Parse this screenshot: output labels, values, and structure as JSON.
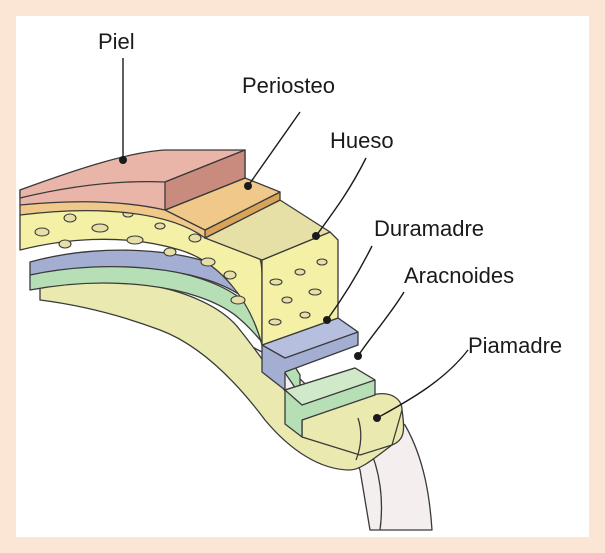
{
  "labels": {
    "piel": "Piel",
    "periosteo": "Periosteo",
    "hueso": "Hueso",
    "duramadre": "Duramadre",
    "aracnoides": "Aracnoides",
    "piamadre": "Piamadre"
  },
  "colors": {
    "frame": "#fbe6d6",
    "background": "#ffffff",
    "skin": "#e8b5a8",
    "skin_side": "#c98b7e",
    "periosteum": "#f0c98a",
    "bone": "#f4f1a6",
    "bone_holes": "#e7e0a6",
    "dura": "#a3aed2",
    "arachnoid": "#b7dfb6",
    "pia": "#eaeab0",
    "brain": "#f4eeee",
    "line": "#1a1a1a"
  }
}
